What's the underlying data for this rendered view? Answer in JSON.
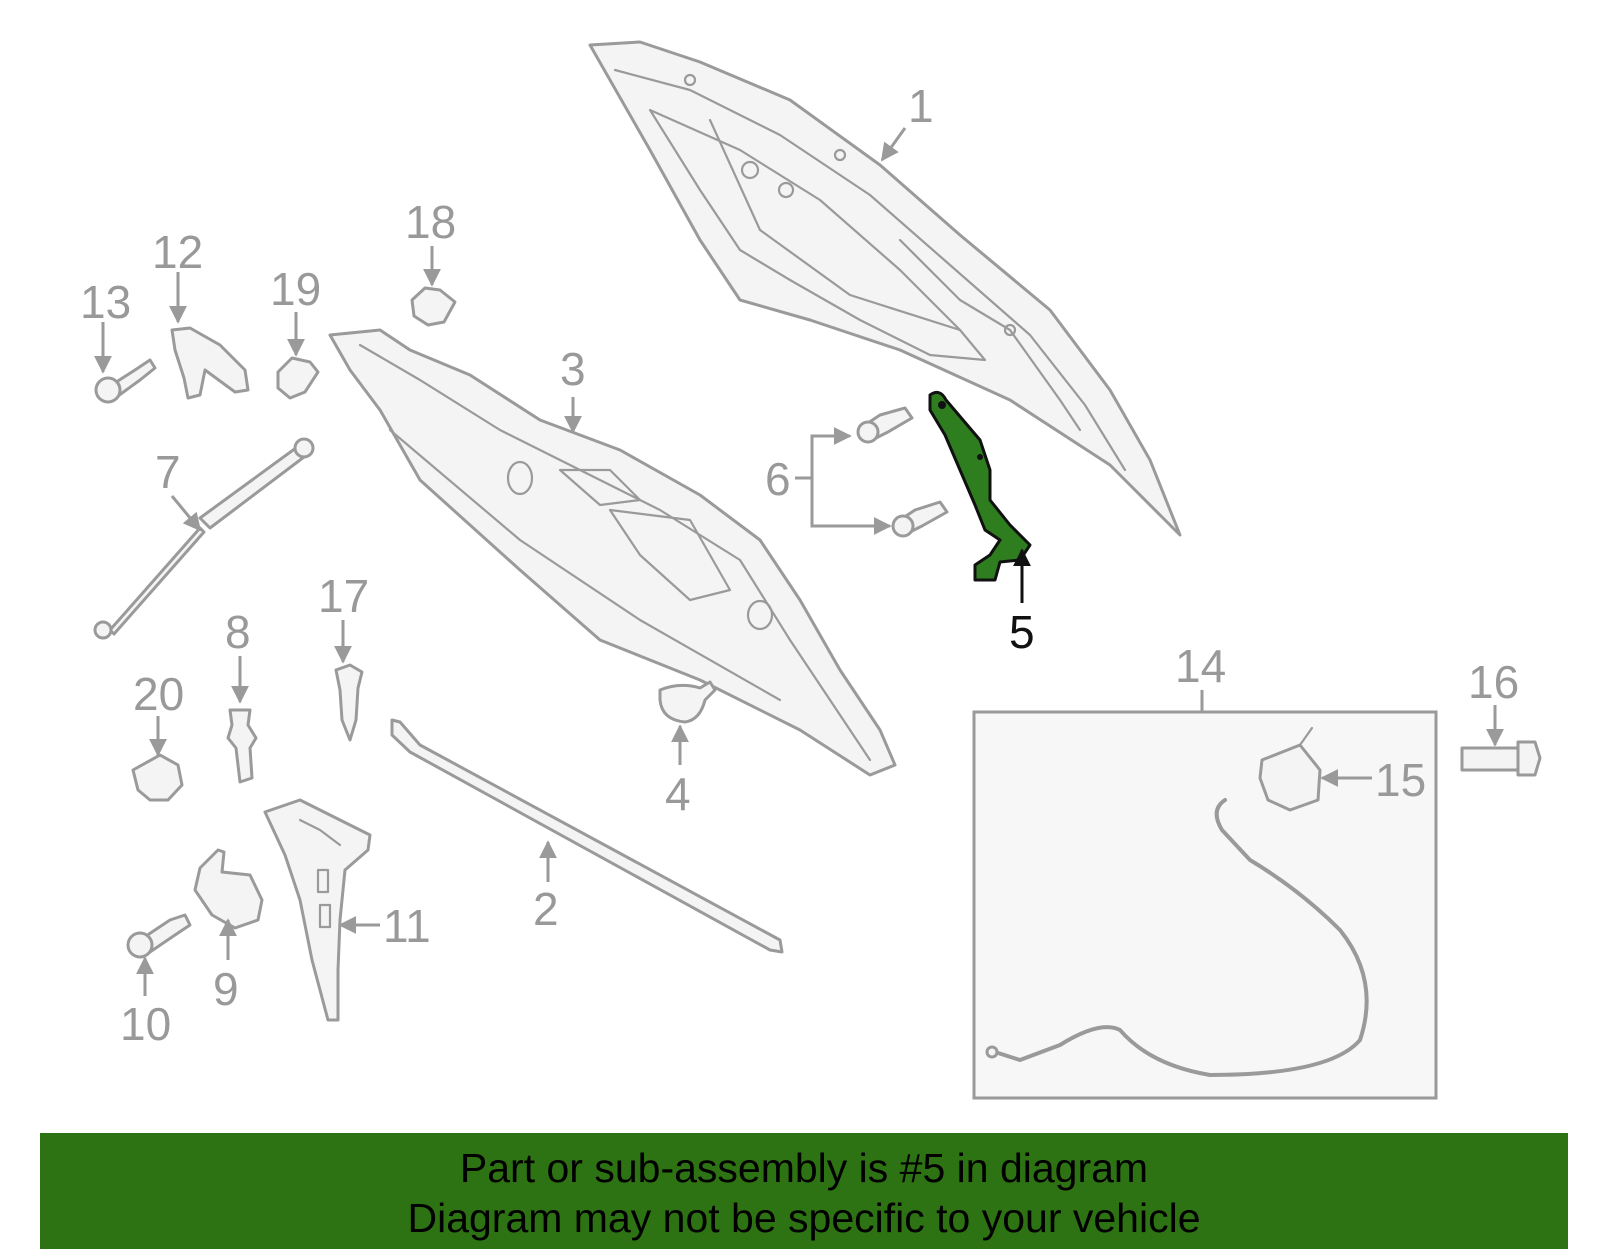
{
  "banner": {
    "line1": "Part or sub-assembly is #5 in diagram",
    "line2": "Diagram may not be specific to your vehicle"
  },
  "callouts": [
    "1",
    "2",
    "3",
    "4",
    "5",
    "6",
    "7",
    "8",
    "9",
    "10",
    "11",
    "12",
    "13",
    "14",
    "15",
    "16",
    "17",
    "18",
    "19",
    "20"
  ],
  "highlighted_part": "5",
  "colors": {
    "highlight": "#2e7d1f",
    "banner": "#2e7313",
    "line_art": "#9a9a9a",
    "callout_text": "#999999"
  }
}
